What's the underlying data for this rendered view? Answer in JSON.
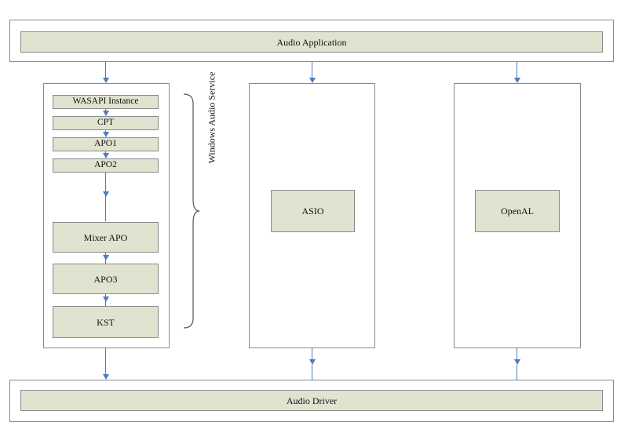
{
  "app": {
    "label": "Audio Application"
  },
  "driver": {
    "label": "Audio Driver"
  },
  "wasapi_stack": {
    "group_label": "Windows Audio Service",
    "components": [
      "WASAPI Instance",
      "CPT",
      "APO1",
      "APO2",
      "Mixer APO",
      "APO3",
      "KST"
    ]
  },
  "asio": {
    "label": "ASIO"
  },
  "openal": {
    "label": "OpenAL"
  },
  "colors": {
    "block_fill": "#dfe3cf",
    "border": "#8a8a8a",
    "arrow": "#4a7dc0"
  }
}
